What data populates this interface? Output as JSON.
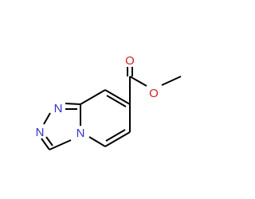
{
  "diagram": {
    "type": "skeletal-structure",
    "atom_labels": {
      "n1": "N",
      "n2": "N",
      "n_bridge": "N",
      "o_carbonyl": "O",
      "o_ester": "O"
    },
    "colors": {
      "bond": "#000000",
      "nitrogen": "#3333cc",
      "oxygen": "#cc2222",
      "background": "#ffffff"
    }
  }
}
